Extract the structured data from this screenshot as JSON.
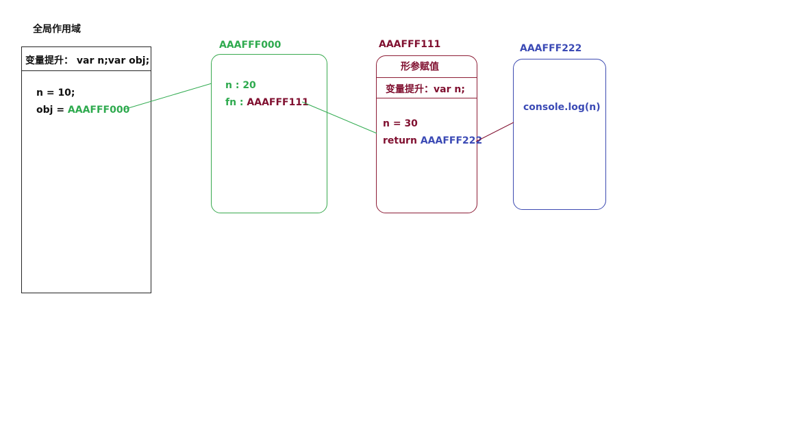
{
  "global": {
    "title": "全局作用域",
    "hoisting": "变量提升：  var n;var obj;",
    "line1": "n = 10;",
    "line2_prefix": "obj = ",
    "line2_ref": "AAAFFF000"
  },
  "heap_obj": {
    "address": "AAAFFF000",
    "prop_n": "n : 20",
    "prop_fn_key": "fn : ",
    "prop_fn_ref": "AAAFFF111"
  },
  "heap_fn": {
    "address": "AAAFFF111",
    "params_header": "形参赋值",
    "hoisting": "变量提升：var n;",
    "line1": "n = 30",
    "line2_prefix": "return ",
    "line2_ref": "AAAFFF222"
  },
  "heap_fn2": {
    "address": "AAAFFF222",
    "body": "console.log(n)"
  },
  "colors": {
    "global": "#111111",
    "obj_000": "#2eaa4e",
    "fn_111": "#801030",
    "fn_222": "#3b4ab5"
  }
}
